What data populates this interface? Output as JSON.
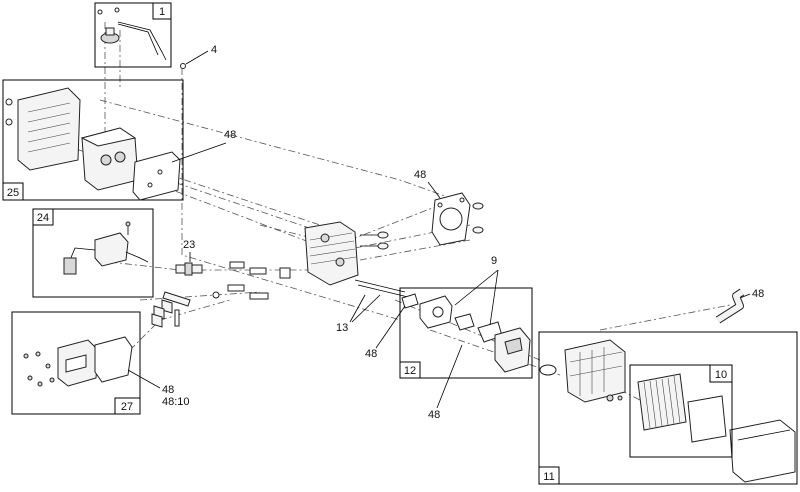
{
  "diagram": {
    "callouts": [
      {
        "id": "c4",
        "label": "4"
      },
      {
        "id": "c48a",
        "label": "48"
      },
      {
        "id": "c48b",
        "label": "48"
      },
      {
        "id": "c23",
        "label": "23"
      },
      {
        "id": "c48c",
        "label": "48"
      },
      {
        "id": "c9",
        "label": "9"
      },
      {
        "id": "c13",
        "label": "13"
      },
      {
        "id": "c48d",
        "label": "48"
      },
      {
        "id": "c48e",
        "label": "48"
      },
      {
        "id": "c48f",
        "label": "48"
      },
      {
        "id": "c48g",
        "label": "48:10"
      }
    ],
    "boxes": [
      {
        "id": "b1",
        "label": "1"
      },
      {
        "id": "b25",
        "label": "25"
      },
      {
        "id": "b24",
        "label": "24"
      },
      {
        "id": "b27",
        "label": "27"
      },
      {
        "id": "b12",
        "label": "12"
      },
      {
        "id": "b11",
        "label": "11"
      },
      {
        "id": "b10",
        "label": "10"
      }
    ]
  }
}
